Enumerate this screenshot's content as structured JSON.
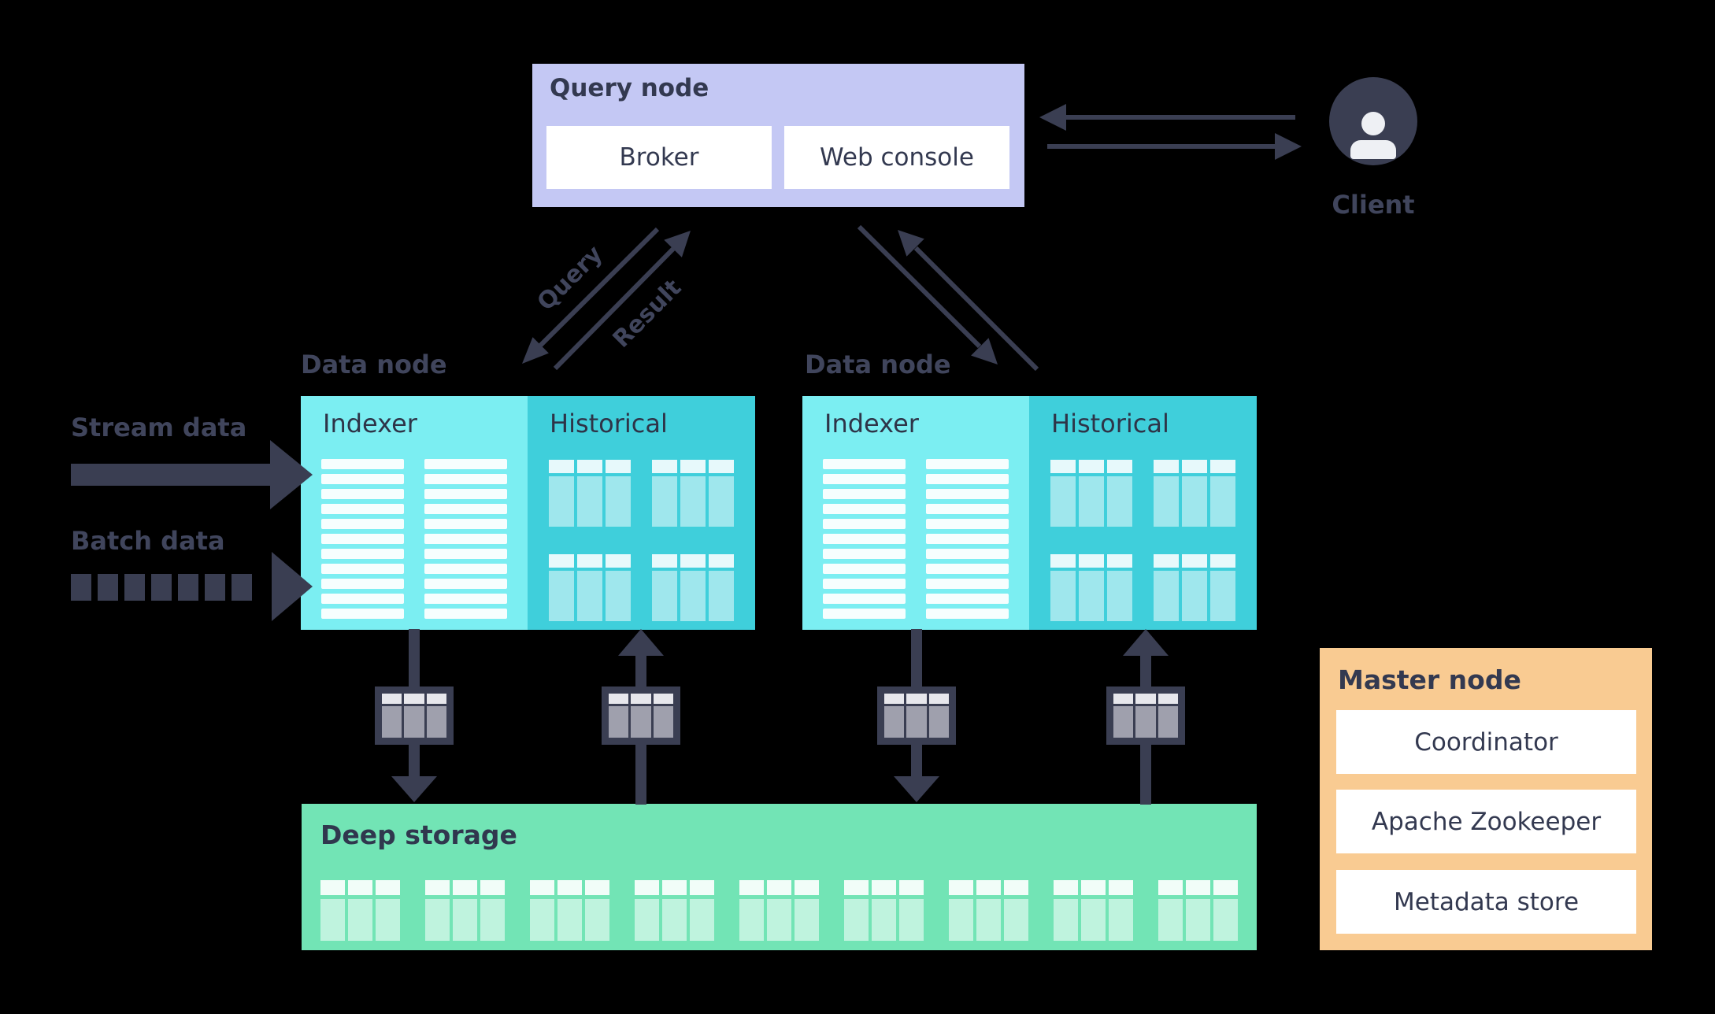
{
  "query_node": {
    "label": "Query node",
    "broker": "Broker",
    "web_console": "Web console"
  },
  "client": {
    "label": "Client"
  },
  "flow_labels": {
    "query": "Query",
    "result": "Result"
  },
  "data_node_left": {
    "label": "Data node",
    "indexer": "Indexer",
    "historical": "Historical"
  },
  "data_node_right": {
    "label": "Data node",
    "indexer": "Indexer",
    "historical": "Historical"
  },
  "inputs": {
    "stream": "Stream data",
    "batch": "Batch data"
  },
  "deep_storage": {
    "label": "Deep storage"
  },
  "master_node": {
    "label": "Master node",
    "components": [
      "Coordinator",
      "Apache Zookeeper",
      "Metadata store"
    ]
  },
  "glyph_counts": {
    "indexer_stripe_rows": 11,
    "indexer_stripe_columns": 2,
    "historical_tables_per_node": 4,
    "deep_storage_tables": 9,
    "table_columns": 3,
    "batch_dashes": 7
  },
  "colors": {
    "purple": "#c4c8f4",
    "cyan-light": "#7beef2",
    "cyan-dark": "#3fcfdb",
    "green": "#72e4b5",
    "orange": "#f9cb92",
    "dark": "#3a3e52",
    "label": "#40455c",
    "box-text": "#333950",
    "icon-head": "#e7e7ec",
    "icon-body": "#9fa0ad",
    "white": "#ffffff"
  }
}
